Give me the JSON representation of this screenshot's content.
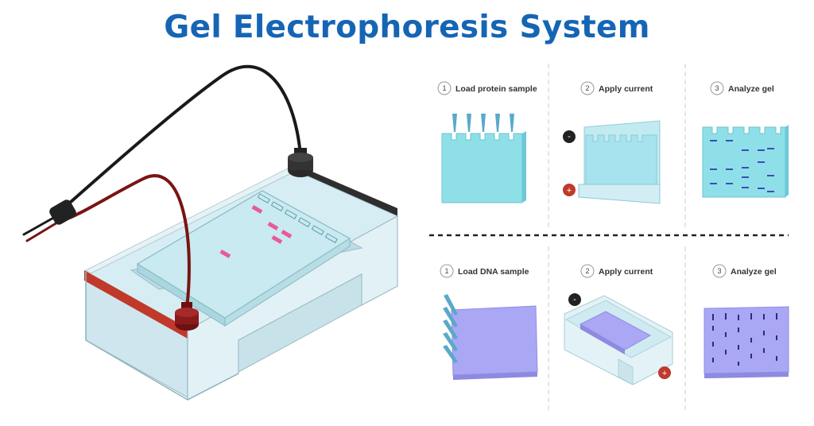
{
  "title": "Gel Electrophoresis System",
  "colors": {
    "title": "#1565b5",
    "protein_gel": "#8fdfe9",
    "dna_gel": "#aaa8f4",
    "red_cable": "#7a1414",
    "black_cable": "#1a1a1a",
    "protein_band": "#3a4fb8",
    "dna_band": "#2a2a8a",
    "sample_pink": "#e85a9a",
    "negative_electrode": "#222222",
    "positive_electrode": "#c0392b"
  },
  "protein_steps": [
    {
      "number": "1",
      "label": "Load protein sample"
    },
    {
      "number": "2",
      "label": "Apply current"
    },
    {
      "number": "3",
      "label": "Analyze gel"
    }
  ],
  "dna_steps": [
    {
      "number": "1",
      "label": "Load DNA sample"
    },
    {
      "number": "2",
      "label": "Apply current"
    },
    {
      "number": "3",
      "label": "Analyze gel"
    }
  ],
  "electrodes": {
    "negative": "-",
    "positive": "+"
  },
  "icons": [
    "pipette-icon",
    "negative-electrode-icon",
    "positive-electrode-icon"
  ]
}
